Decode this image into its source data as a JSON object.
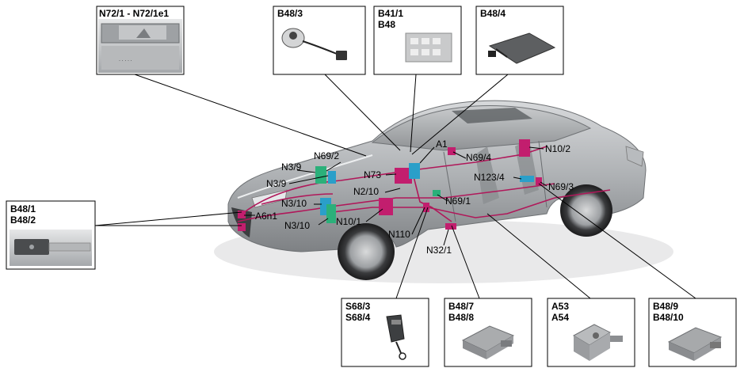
{
  "colors": {
    "wiring": "#b0185a",
    "module_teal": "#2a9fc9",
    "module_green": "#2bb07a",
    "module_magenta": "#c21e6e",
    "car_body": "#a9acaf",
    "leader": "#000000"
  },
  "top_boxes": [
    {
      "id": "n72",
      "lines": [
        "N72/1 - N72/1e1"
      ]
    },
    {
      "id": "b48_3",
      "lines": [
        "B48/3"
      ]
    },
    {
      "id": "b41_1",
      "lines": [
        "B41/1",
        "B48"
      ]
    },
    {
      "id": "b48_4",
      "lines": [
        "B48/4"
      ]
    }
  ],
  "left_box": {
    "id": "b48_1",
    "lines": [
      "B48/1",
      "B48/2"
    ]
  },
  "bottom_boxes": [
    {
      "id": "s68",
      "lines": [
        "S68/3",
        "S68/4"
      ]
    },
    {
      "id": "b48_7",
      "lines": [
        "B48/7",
        "B48/8"
      ]
    },
    {
      "id": "a53",
      "lines": [
        "A53",
        "A54"
      ]
    },
    {
      "id": "b48_9",
      "lines": [
        "B48/9",
        "B48/10"
      ]
    }
  ],
  "callouts": {
    "n69_2": "N69/2",
    "a1": "A1",
    "n69_4": "N69/4",
    "n10_2": "N10/2",
    "n3_9a": "N3/9",
    "n3_9b": "N3/9",
    "n73": "N73",
    "n123_4": "N123/4",
    "n69_3": "N69/3",
    "n2_10": "N2/10",
    "n3_10a": "N3/10",
    "n69_1": "N69/1",
    "a6n1": "A6n1",
    "n10_1": "N10/1",
    "n3_10b": "N3/10",
    "n110": "N110",
    "n32_1": "N32/1"
  },
  "icons": {
    "n72": "switch-panel-icon",
    "b48_3": "sensor-with-cable-icon",
    "b41_1": "connector-block-icon",
    "b48_4": "sensor-mat-icon",
    "b48_1": "sensor-strip-icon",
    "s68": "seat-belt-buckle-icon",
    "b48_7": "acceleration-sensor-icon",
    "a53": "rollover-sensor-icon",
    "b48_9": "pressure-sensor-icon"
  }
}
